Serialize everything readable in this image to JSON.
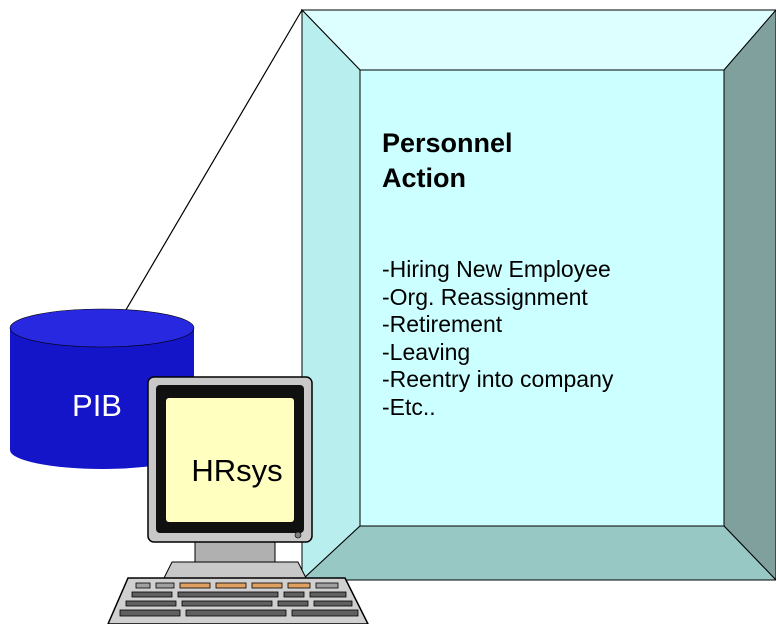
{
  "database": {
    "label": "PIB",
    "color": "#1414c8",
    "top_color": "#2828e0"
  },
  "computer": {
    "label": "HRsys",
    "screen_color": "#ffffc0",
    "body_color": "#c8c8c8"
  },
  "callout_box": {
    "title_lines": [
      "Personnel",
      "Action"
    ],
    "items": [
      "-Hiring New Employee",
      "-Org. Reassignment",
      "-Retirement",
      "-Leaving",
      "-Reentry into company",
      "-Etc.."
    ],
    "front_color": "#ccffff",
    "top_bevel_color": "#ddffff",
    "left_bevel_color": "#b8eeee",
    "right_bevel_color": "#7fa09c",
    "bottom_bevel_color": "#98c8c4"
  }
}
